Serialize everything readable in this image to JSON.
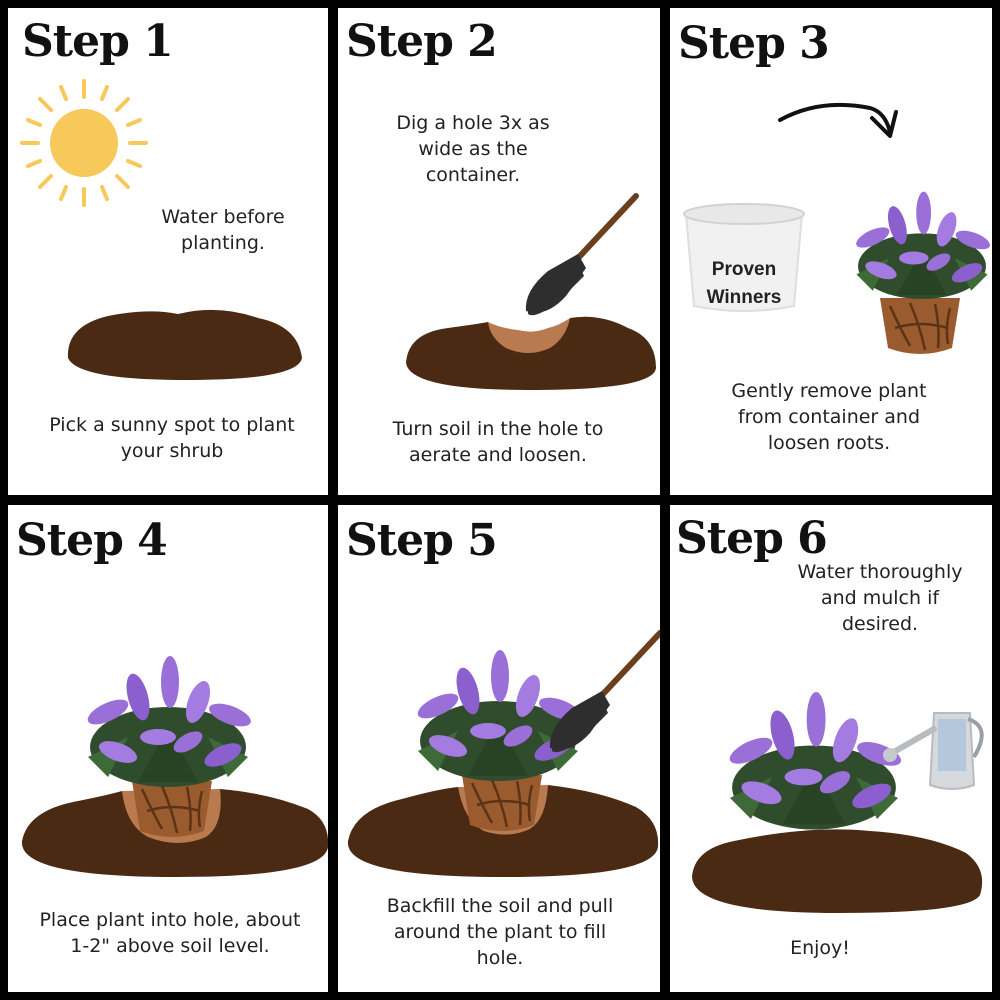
{
  "colors": {
    "soil": "#4b2a14",
    "soil_hole": "#b97a4f",
    "sun": "#f7c85a",
    "flower": "#9b6fd8",
    "leaf": "#2f4d2c",
    "pot": "#f1f1f1"
  },
  "steps": [
    {
      "title": "Step 1",
      "top_text": "Water before planting.",
      "bottom_text": "Pick a sunny spot to plant your shrub"
    },
    {
      "title": "Step 2",
      "top_text": "Dig a hole 3x as wide as the container.",
      "bottom_text": "Turn soil in the hole to aerate and loosen."
    },
    {
      "title": "Step 3",
      "pot_label": "Proven Winners",
      "bottom_text": "Gently remove plant from container and loosen roots."
    },
    {
      "title": "Step 4",
      "bottom_text": "Place plant into hole, about 1-2\" above soil level."
    },
    {
      "title": "Step 5",
      "bottom_text": "Backfill the soil and pull around the plant to fill hole."
    },
    {
      "title": "Step 6",
      "top_text": "Water thoroughly and mulch if desired.",
      "bottom_text": "Enjoy!"
    }
  ]
}
